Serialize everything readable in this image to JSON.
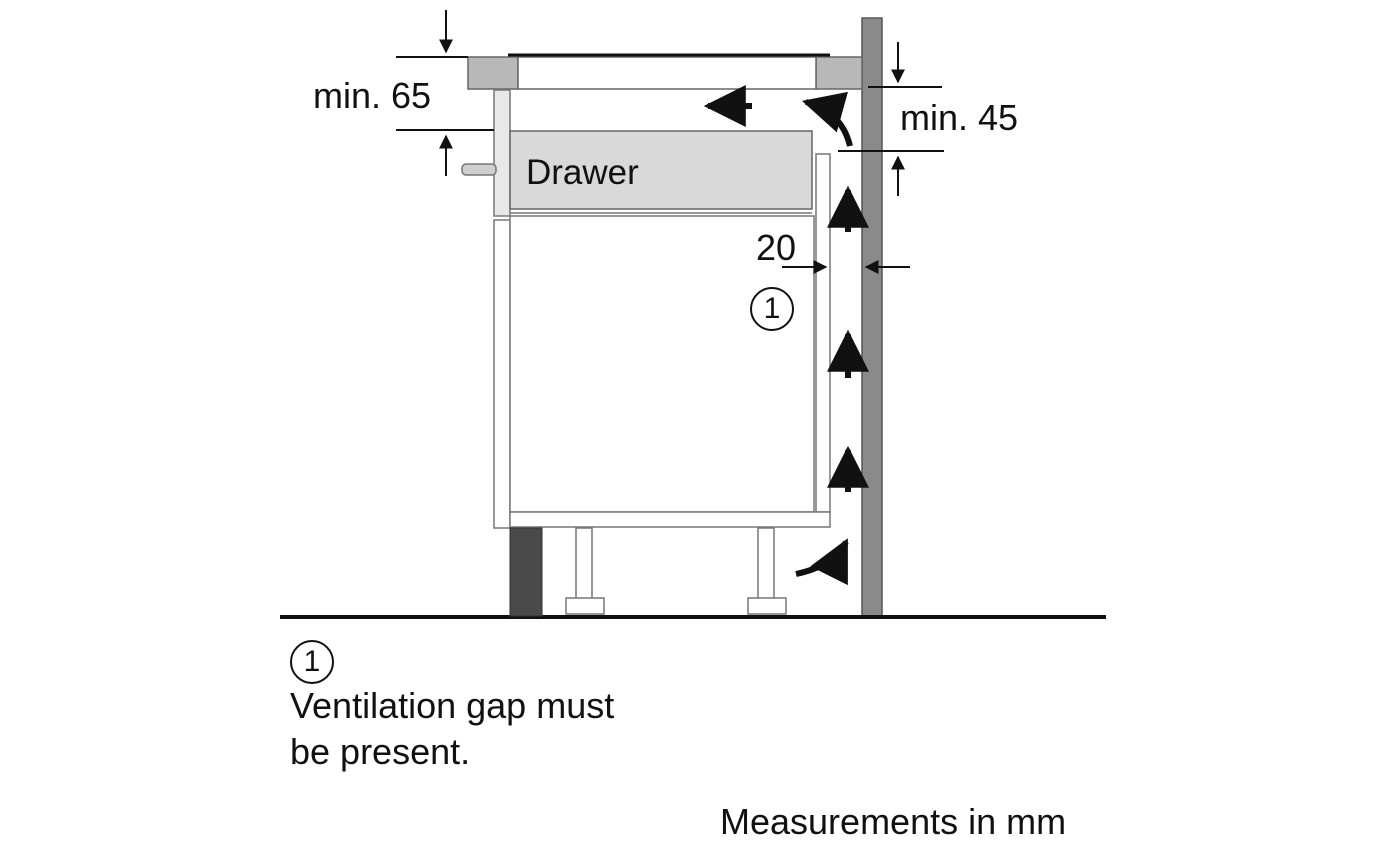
{
  "dimensions": {
    "top_left": "min. 65",
    "top_right": "min. 45",
    "gap": "20"
  },
  "drawer_label": "Drawer",
  "marker": "1",
  "legend": {
    "marker": "1",
    "line1": "Ventilation gap must",
    "line2": "be present."
  },
  "footer_note": "Measurements in mm"
}
